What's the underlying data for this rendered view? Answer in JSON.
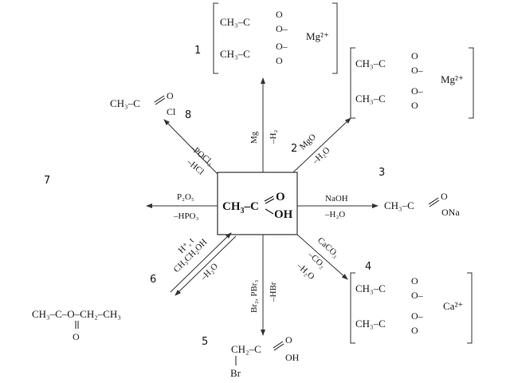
{
  "center": {
    "ch3": "CH",
    "sub": "3",
    "dash": "–C",
    "o": "O",
    "oh": "OH"
  },
  "numbers": [
    "1",
    "2",
    "3",
    "4",
    "5",
    "6",
    "7",
    "8"
  ],
  "products": {
    "p1": {
      "row1": "CH₃–C",
      "row1o": "O",
      "row1om": "O–",
      "row2": "CH₃–C",
      "row2o": "O–",
      "row2om": "O",
      "ion": "Mg²⁺"
    },
    "p2": {
      "row1": "CH₃–C",
      "row1o": "O",
      "row1om": "O–",
      "row2": "CH₃–C",
      "row2o": "O–",
      "row2om": "O",
      "ion": "Mg²⁺"
    },
    "p3": {
      "left": "CH₃–C",
      "o": "O",
      "ona": "ONa"
    },
    "p4": {
      "row1": "CH₃–C",
      "row1o": "O",
      "row1om": "O–",
      "row2": "CH₃–C",
      "row2o": "O–",
      "row2om": "O",
      "ion": "Ca²⁺"
    },
    "p5": {
      "top": "CH₂–C",
      "o": "O",
      "oh": "OH",
      "br": "Br"
    },
    "p6": {
      "chain": "CH₃–C–O–CH₂–CH₃",
      "o": "O"
    },
    "p8": {
      "left": "CH₃–C",
      "o": "O",
      "cl": "Cl"
    }
  },
  "reagents": {
    "r1_top": "Mg",
    "r1_bot": "–H₂",
    "r2_top": "MgO",
    "r2_bot": "–H₂O",
    "r3_top": "NaOH",
    "r3_bot": "–H₂O",
    "r4_top": "CaCO₃",
    "r4_mid": "–CO₂",
    "r4_bot": "–H₂O",
    "r5_top": "Br₂, PBr₃",
    "r5_bot": "–HBr",
    "r6_top": "H⁺, t",
    "r6_mid": "CH₃CH₂OH",
    "r6_bot": "–H₂O",
    "r7_top": "P₂O₅",
    "r7_bot": "–HPO₃",
    "r8_top": "–POCl₃",
    "r8_bot": "–HCl"
  },
  "colors": {
    "ink": "#1a1a1a",
    "line": "#333333"
  }
}
